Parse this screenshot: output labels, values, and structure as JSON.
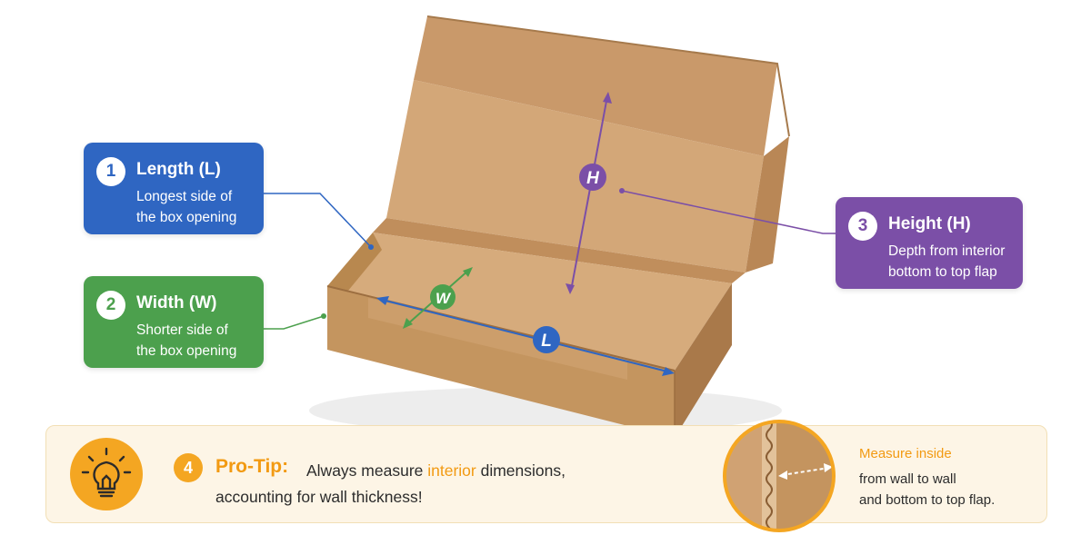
{
  "colors": {
    "length": "#2f66c2",
    "width": "#4ca04d",
    "height": "#7b4fa7",
    "tip": "#f4a622",
    "cardboard": "#c99a68"
  },
  "cards": {
    "length": {
      "number": "1",
      "title": "Length (L)",
      "description": "Longest side of\nthe box opening"
    },
    "width": {
      "number": "2",
      "title": "Width (W)",
      "description": "Shorter side of\nthe box opening"
    },
    "height": {
      "number": "3",
      "title": "Height (H)",
      "description": "Depth from interior\nbottom to top flap"
    }
  },
  "markers": {
    "length": "L",
    "width": "W",
    "height": "H"
  },
  "tip": {
    "number": "4",
    "heading": "Pro-Tip:",
    "line1_before": "Always measure ",
    "line1_highlight": "interior",
    "line1_after": " dimensions,",
    "line2": "accounting for wall thickness!",
    "icon": "lightbulb-icon"
  },
  "inset": {
    "title": "Measure inside",
    "text": "from wall to wall\nand bottom to top flap."
  }
}
